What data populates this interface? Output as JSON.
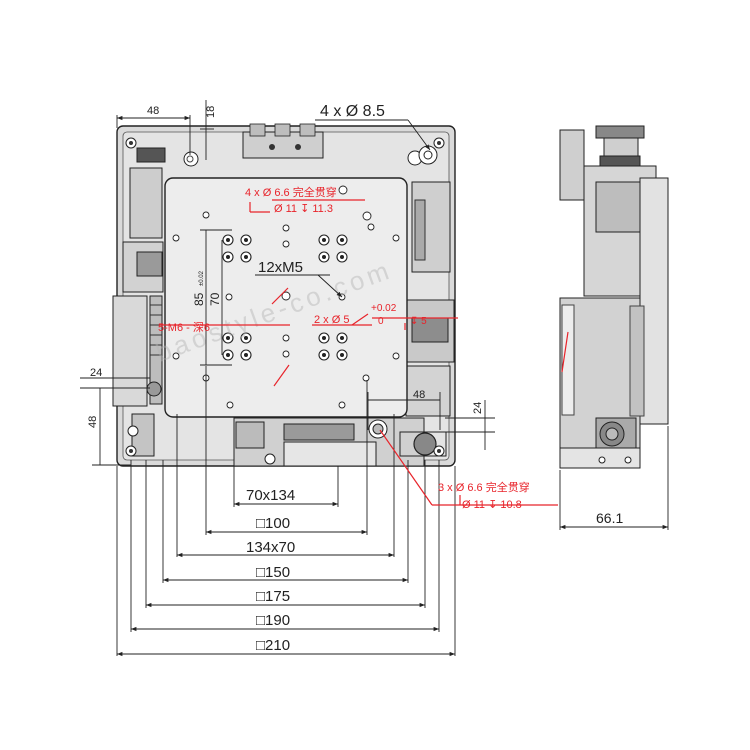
{
  "dimensions": {
    "top_48": "48",
    "top_18": "18",
    "holes_4x": "4 x Ø 8.5",
    "left_24": "24",
    "left_48": "48",
    "right_48": "48",
    "right_24": "24",
    "vertical_85": "85",
    "vertical_85_tol": "±0.02",
    "vertical_70": "70",
    "tapped_12xM5": "12xM5",
    "side_66_1": "66.1"
  },
  "bottom_dims": [
    "70x134",
    "□100",
    "134x70",
    "□150",
    "□175",
    "□190",
    "□210"
  ],
  "callouts": {
    "top_red_line1": "4 x Ø 6.6 完全贯穿",
    "top_red_line2": "Ø 11 ↧ 11.3",
    "left_red": "5-M6 - 深6",
    "pin_red_line1": "2 x Ø 5",
    "pin_tol_plus": "+0.02",
    "pin_tol_zero": "0",
    "pin_depth": "↧ 5",
    "bottom_red_line1": "3 x Ø 6.6 完全贯穿",
    "bottom_red_line2": "Ø 11 ↧ 10.8"
  },
  "watermark": "baostyle-co.com",
  "colors": {
    "dimension_ink": "#222222",
    "annotation_red": "#e8242b",
    "body_gray": "#d6d6d6",
    "plate_light": "#ececec",
    "dark_part": "#3a3a3a"
  }
}
